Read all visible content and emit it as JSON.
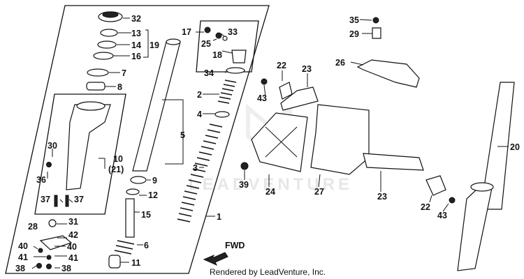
{
  "watermark": {
    "text": "LEADVENTURE"
  },
  "footer": {
    "credit": "Rendered by LeadVenture, Inc."
  },
  "fwd_label": "FWD",
  "labels": {
    "p32": "32",
    "p13": "13",
    "p14": "14",
    "p16": "16",
    "p19": "19",
    "p7": "7",
    "p8": "8",
    "p30": "30",
    "p10": "10",
    "p21": "(21)",
    "p36": "36",
    "p37a": "37",
    "p37b": "37",
    "p31": "31",
    "p28": "28",
    "p42": "42",
    "p40a": "40",
    "p40b": "40",
    "p41a": "41",
    "p41b": "41",
    "p38a": "38",
    "p38b": "38",
    "p5": "5",
    "p9": "9",
    "p12": "12",
    "p15": "15",
    "p6": "6",
    "p11": "11",
    "p17": "17",
    "p25": "25",
    "p33": "33",
    "p18": "18",
    "p34": "34",
    "p2": "2",
    "p4": "4",
    "p3": "3",
    "p1": "1",
    "p22a": "22",
    "p23a": "23",
    "p43a": "43",
    "p24": "24",
    "p39": "39",
    "p27": "27",
    "p23b": "23",
    "p35": "35",
    "p29": "29",
    "p26": "26",
    "p20": "20",
    "p22b": "22",
    "p43b": "43"
  }
}
